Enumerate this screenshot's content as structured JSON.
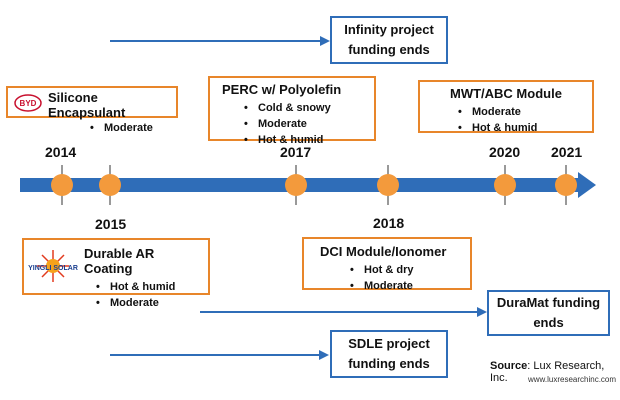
{
  "timeline": {
    "years": [
      "2014",
      "2015",
      "2017",
      "2018",
      "2020",
      "2021"
    ]
  },
  "callouts": {
    "silicone": {
      "title": "Silicone Encapsulant",
      "items": [
        "Moderate"
      ],
      "logo_text": "BYD"
    },
    "perc": {
      "title": "PERC w/ Polyolefin",
      "items": [
        "Cold & snowy",
        "Moderate",
        "Hot & humid"
      ]
    },
    "mwt": {
      "title": "MWT/ABC Module",
      "items": [
        "Moderate",
        "Hot & humid"
      ]
    },
    "ar": {
      "title": "Durable AR Coating",
      "items": [
        "Hot & humid",
        "Moderate"
      ],
      "logo_text": "YINGLI SOLAR"
    },
    "dci": {
      "title": "DCI Module/Ionomer",
      "items": [
        "Hot & dry",
        "Moderate"
      ]
    }
  },
  "funding": {
    "infinity": {
      "line1": "Infinity project",
      "line2": "funding ends"
    },
    "duramat": {
      "line1": "DuraMat funding",
      "line2": "ends"
    },
    "sdle": {
      "line1": "SDLE project",
      "line2": "funding ends"
    }
  },
  "source": {
    "label": "Source",
    "text": ": Lux Research, Inc.",
    "url": "www.luxresearchinc.com"
  },
  "colors": {
    "timeline_blue": "#2f6db8",
    "marker_orange": "#f39a3c",
    "box_orange": "#e8862a"
  }
}
